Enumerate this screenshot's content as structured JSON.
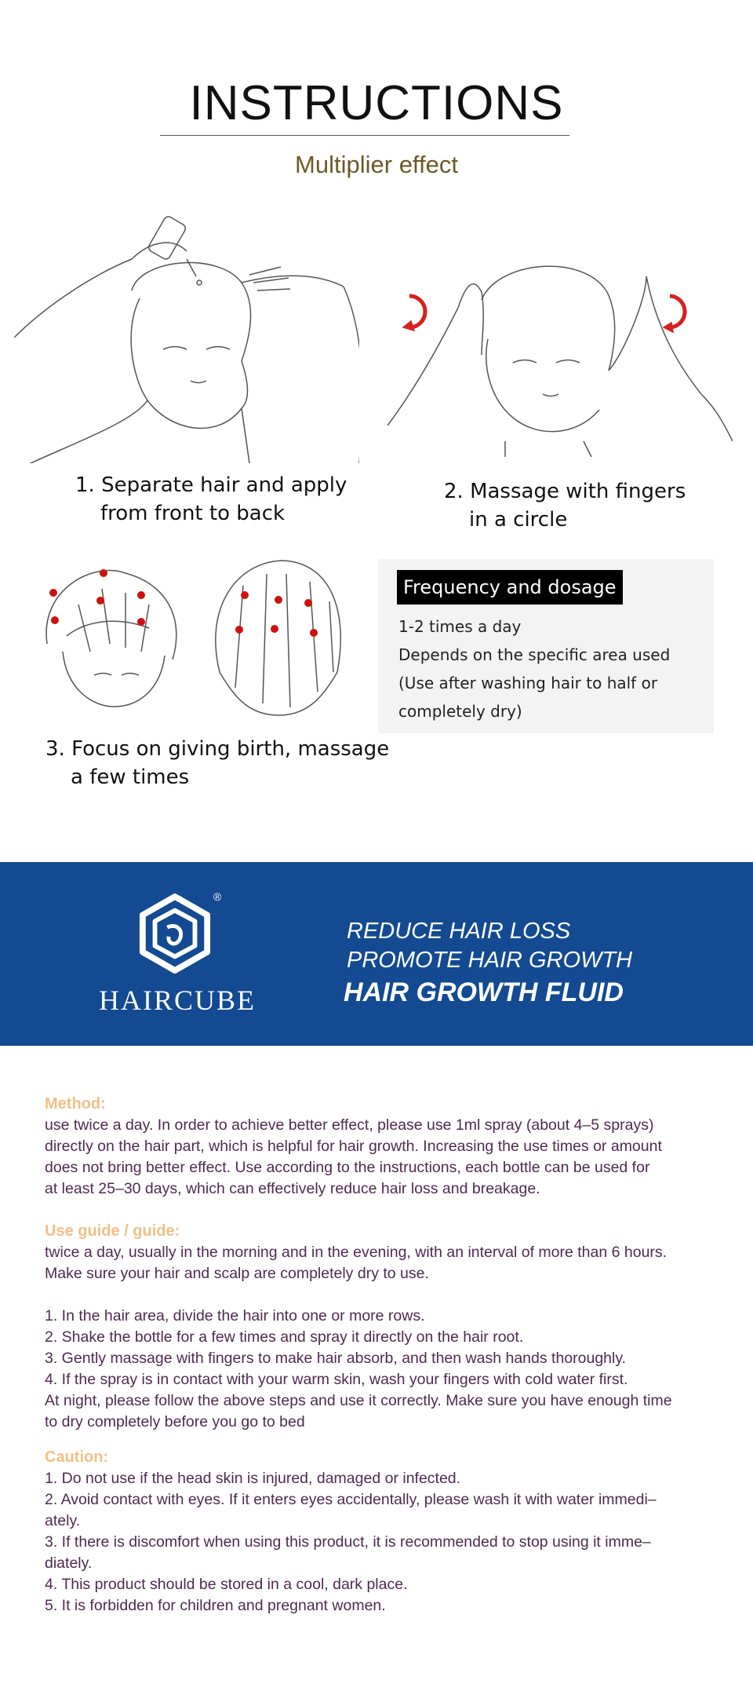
{
  "header": {
    "title": "INSTRUCTIONS",
    "subtitle": "Multiplier effect"
  },
  "steps": [
    {
      "line1": "1. Separate hair and apply",
      "line2": "from front to back"
    },
    {
      "line1": "2. Massage with fingers",
      "line2": "in a circle"
    },
    {
      "line1": "3. Focus on giving birth, massage",
      "line2": "a few times"
    }
  ],
  "frequency": {
    "badge": "Frequency and dosage",
    "lines": [
      "1-2 times a day",
      "Depends on the specific area used",
      "(Use after washing hair to half or",
      "completely dry)"
    ]
  },
  "banner": {
    "brand": "HAIRCUBE",
    "registered": "®",
    "line1": "REDUCE HAIR LOSS",
    "line2": "PROMOTE HAIR GROWTH",
    "line3": "HAIR GROWTH FLUID",
    "background_color": "#134a92"
  },
  "method": {
    "heading": "Method:",
    "lines": [
      "use twice a day. In order to achieve better effect, please use 1ml spray (about 4–5 sprays)",
      "directly on the hair part, which is helpful for hair growth. Increasing the use times or amount",
      "does not bring better effect. Use according to the instructions, each bottle can be used for",
      "at least 25–30 days, which can effectively reduce hair loss and breakage."
    ]
  },
  "guide": {
    "heading": "Use guide / guide:",
    "intro": [
      "twice a day, usually in the morning and in the evening, with an interval of more than 6 hours.",
      "Make sure your hair and scalp are completely dry to use."
    ],
    "steps": [
      "1. In the hair area, divide the hair into one or more rows.",
      "2. Shake the bottle for a few times and spray it directly on the hair root.",
      "3. Gently massage with fingers to make hair absorb, and then wash hands thoroughly.",
      "4. If the spray is in contact with your warm skin, wash your fingers with cold water first.",
      "At night, please follow the above steps and use it correctly. Make sure you have enough time",
      "to dry completely before you go to bed"
    ]
  },
  "caution": {
    "heading": "Caution:",
    "lines": [
      "1. Do not use if the head skin is injured, damaged or infected.",
      "2. Avoid contact with eyes. If it enters eyes accidentally, please wash it with water immedi–",
      "ately.",
      "3. If there is discomfort when using this product, it is recommended to stop using it imme–",
      "diately.",
      "4. This product should be stored in a cool, dark place.",
      "5. It is forbidden for children and pregnant women."
    ]
  },
  "colors": {
    "heading_accent": "#f0c08a",
    "body_text": "#4e2a50",
    "subtitle": "#6b5a28",
    "rotation_arrow": "#d82020",
    "scalp_dot": "#d01010"
  }
}
